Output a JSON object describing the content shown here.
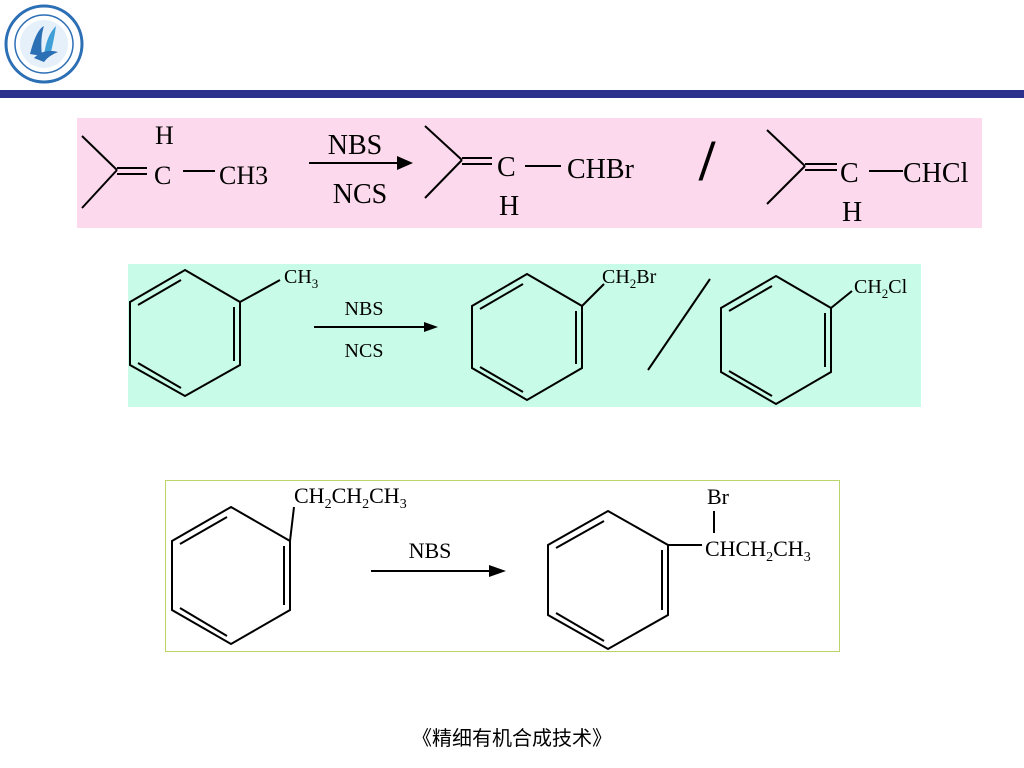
{
  "colors": {
    "header_bar": "#2d2f8c",
    "panel_1_bg": "#fcd9ec",
    "panel_2_bg": "#c9fbe9",
    "panel_3_border": "#bcd56b",
    "logo_blue": "#2b6fb5"
  },
  "icons": {
    "logo": "university-seal-icon"
  },
  "reaction_1": {
    "reactant": {
      "h_top": "H",
      "carbon": "C",
      "methyl": "CH3"
    },
    "reagent_top": "NBS",
    "reagent_bottom": "NCS",
    "product_br": {
      "carbon": "C",
      "group": "CHBr",
      "h_bottom": "H"
    },
    "separator": "/",
    "product_cl": {
      "carbon": "C",
      "group": "CHCl",
      "h_bottom": "H"
    }
  },
  "reaction_2": {
    "reactant_substituent": {
      "main": "CH",
      "sub": "3",
      "tail": ""
    },
    "reagent_top": "NBS",
    "reagent_bottom": "NCS",
    "product_br": {
      "main": "CH",
      "sub": "2",
      "tail": "Br"
    },
    "product_cl": {
      "main": "CH",
      "sub": "2",
      "tail": "Cl"
    }
  },
  "reaction_3": {
    "reactant_substituent": {
      "p1": "CH",
      "s1": "2",
      "p2": "CH",
      "s2": "2",
      "p3": "CH",
      "s3": "3"
    },
    "reagent": "NBS",
    "product_br": "Br",
    "product_chain": {
      "p1": "CHCH",
      "s1": "2",
      "p2": "CH",
      "s2": "3"
    }
  },
  "footer": {
    "title": "《精细有机合成技术》"
  }
}
